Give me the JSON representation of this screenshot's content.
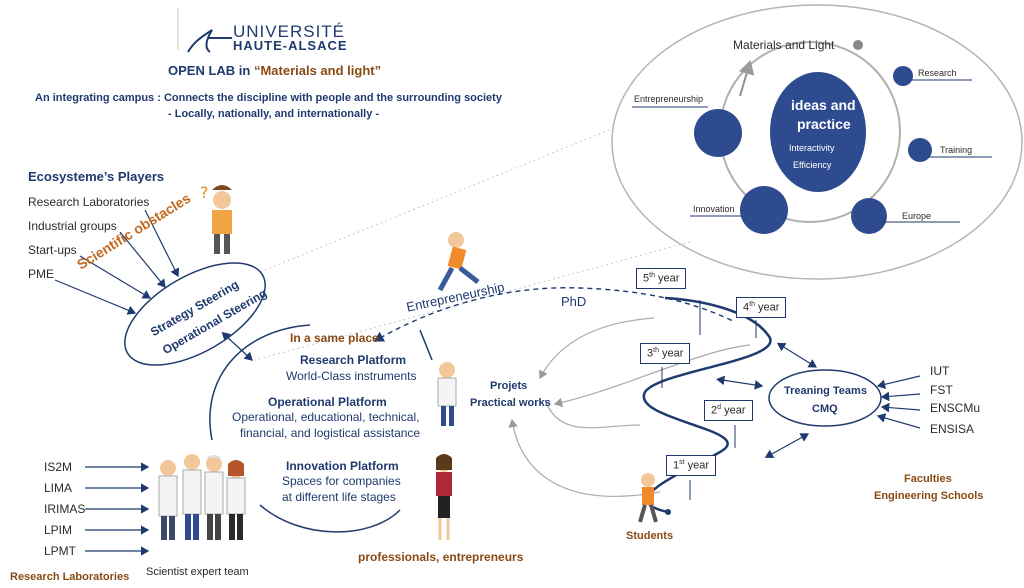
{
  "header": {
    "logo_line1": "UNIVERSITÉ",
    "logo_line2": "HAUTE-ALSACE",
    "title_prefix": "OPEN LAB in ",
    "title_highlight": "“Materials and light”",
    "subtitle_line1": "An integrating campus : Connects the discipline with people and the surrounding society",
    "subtitle_line2": "- Locally, nationally, and internationally -"
  },
  "cycle": {
    "top_label": "Materials and Light",
    "center_title_line1": "ideas and",
    "center_title_line2": "practice",
    "center_sub1": "Interactivity",
    "center_sub2": "Efficiency",
    "nodes": [
      "Entrepreneurship",
      "Research",
      "Training",
      "Europe",
      "Innovation"
    ]
  },
  "ecosystem": {
    "title": "Ecosysteme’s Players",
    "players": [
      "Research Laboratories",
      "Industrial groups",
      "Start-ups",
      "PME"
    ],
    "obstacles": "Scientific obstacles",
    "steering1": "Strategy Steering",
    "steering2": "Operational Steering"
  },
  "platforms": {
    "same_place": "In a same place",
    "research_title": "Research Platform",
    "research_desc": "World-Class instruments",
    "operational_title": "Operational Platform",
    "operational_desc1": "Operational, educational, technical,",
    "operational_desc2": "financial, and logistical assistance",
    "innovation_title": "Innovation Platform",
    "innovation_desc1": "Spaces for companies",
    "innovation_desc2": "at different life stages"
  },
  "projects": {
    "line1": "Projets",
    "line2": "Practical works"
  },
  "professionals": "professionals, entrepreneurs",
  "labs": {
    "items": [
      "IS2M",
      "LIMA",
      "IRIMAS",
      "LPIM",
      "LPMT"
    ],
    "team": "Scientist expert team",
    "footer": "Research Laboratories"
  },
  "path": {
    "entrepreneurship": "Entrepreneurship",
    "phd": "PhD",
    "years": [
      {
        "num": "5",
        "sup": "th",
        "word": " year"
      },
      {
        "num": "4",
        "sup": "th",
        "word": " year"
      },
      {
        "num": "3",
        "sup": "th",
        "word": " year"
      },
      {
        "num": "2",
        "sup": "d",
        "word": " year"
      },
      {
        "num": "1",
        "sup": "st",
        "word": " year"
      }
    ],
    "students": "Students"
  },
  "training": {
    "line1": "Treaning Teams",
    "line2": "CMQ",
    "faculties": [
      "IUT",
      "FST",
      "ENSCMu",
      "ENSISA"
    ],
    "footer1": "Faculties",
    "footer2": "Engineering Schools"
  }
}
